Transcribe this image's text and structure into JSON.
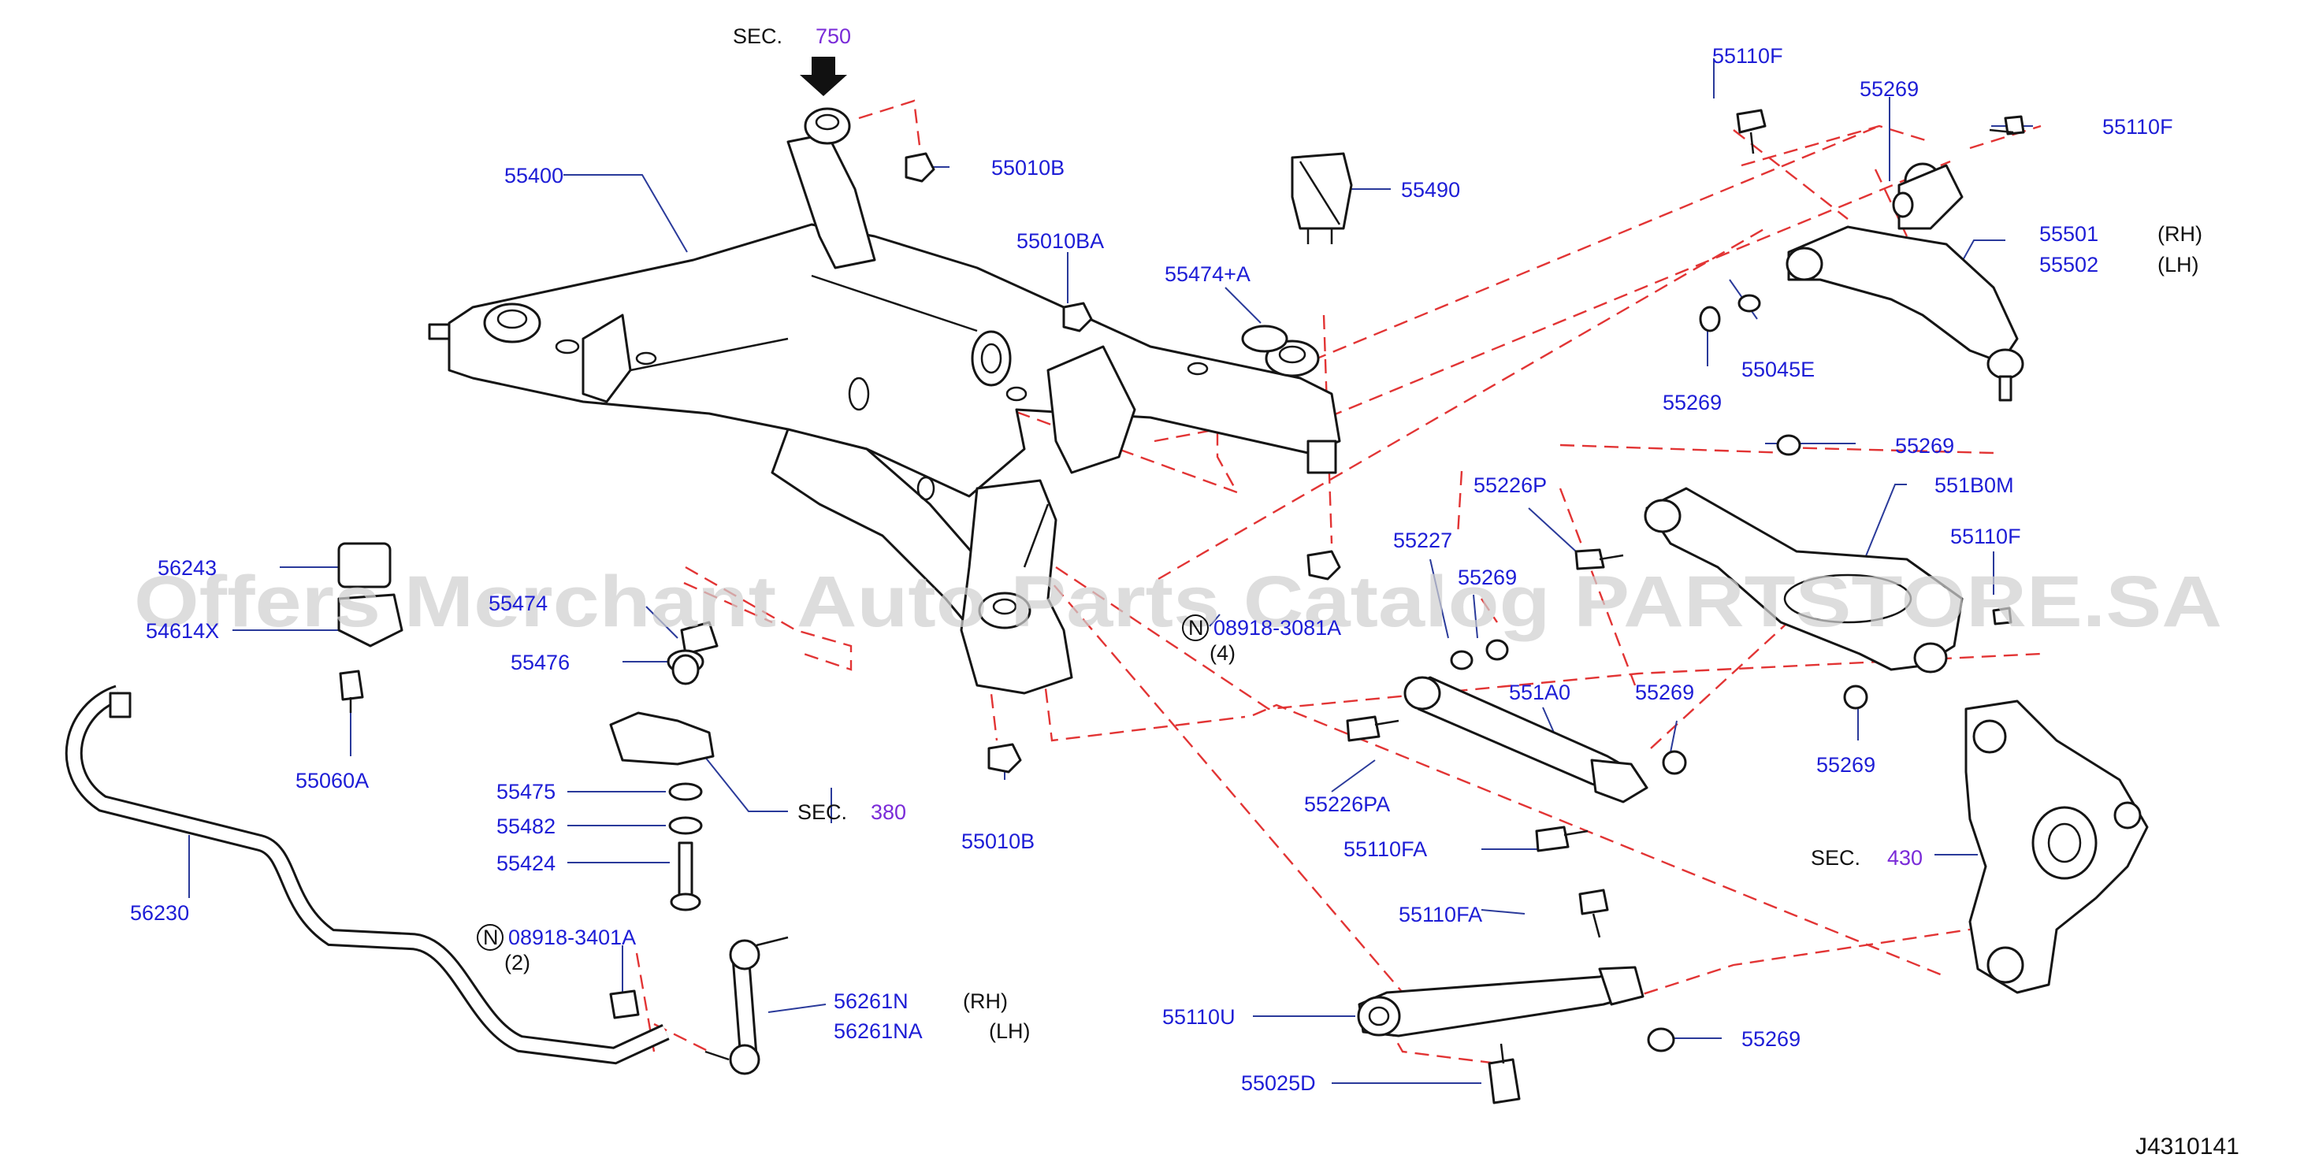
{
  "diagram": {
    "reference_code": "J4310141",
    "watermark": "Offers Merchant Auto Parts Catalog PARTSTORE.SA",
    "colors": {
      "label": "#1d1dd6",
      "section_ref": "#7a2bd8",
      "dashed_line": "#e23434",
      "watermark": "#d0d0d0"
    },
    "sections": [
      {
        "prefix": "SEC.",
        "number": "750"
      },
      {
        "prefix": "SEC.",
        "number": "380"
      },
      {
        "prefix": "SEC.",
        "number": "430"
      }
    ],
    "labels": {
      "p55400": "55400",
      "p55010B_top": "55010B",
      "p55010BA": "55010BA",
      "p55490": "55490",
      "p55474A": "55474+A",
      "p55110F_a": "55110F",
      "p55269_a": "55269",
      "p55110F_b": "55110F",
      "p55501": "55501",
      "p55502": "55502",
      "rh_1": "(RH)",
      "lh_1": "(LH)",
      "p55269_b": "55269",
      "p55045E": "55045E",
      "p55269_c": "55269",
      "p551B0M": "551B0M",
      "p55226P": "55226P",
      "p55110F_c": "55110F",
      "p55227": "55227",
      "p55269_d": "55269",
      "p08918_mid": "08918-3081A",
      "qty_4": "(4)",
      "p56243": "56243",
      "p54614X": "54614X",
      "p55474": "55474",
      "p55476": "55476",
      "p55060A": "55060A",
      "p55475": "55475",
      "p55482": "55482",
      "p55424": "55424",
      "p55010B_bottom": "55010B",
      "p551A0": "551A0",
      "p55269_e": "55269",
      "p55226PA": "55226PA",
      "p55269_f": "55269",
      "p55110FA_a": "55110FA",
      "p56230": "56230",
      "p08918_low": "08918-3401A",
      "qty_2": "(2)",
      "p55110FA_b": "55110FA",
      "p56261N": "56261N",
      "p56261NA": "56261NA",
      "rh_2": "(RH)",
      "lh_2": "(LH)",
      "p55110U": "55110U",
      "p55269_g": "55269",
      "p55025D": "55025D",
      "n_mark": "N"
    }
  }
}
